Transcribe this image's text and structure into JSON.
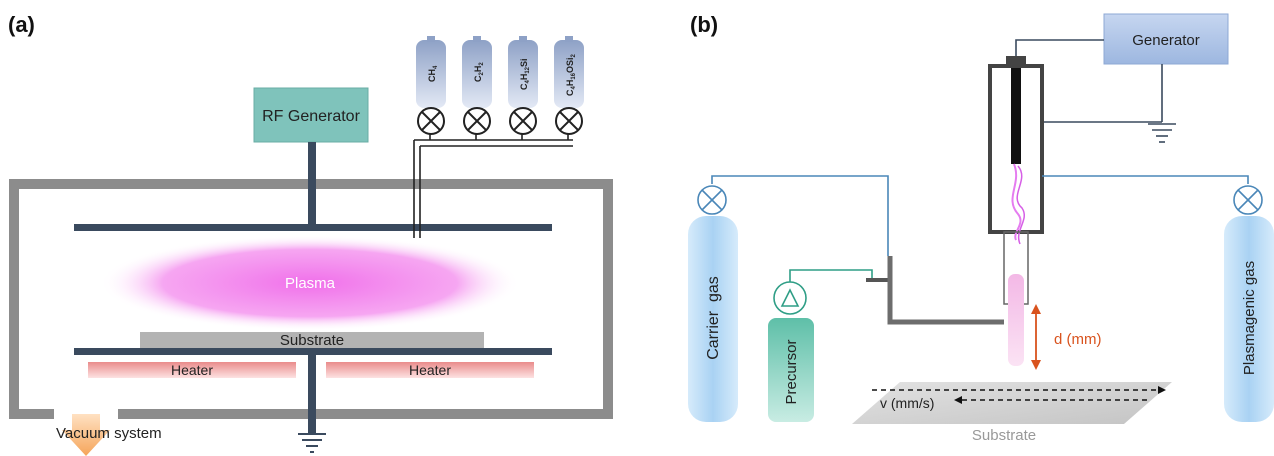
{
  "panel_a": {
    "label": "(a)",
    "rf_generator": "RF Generator",
    "plasma": "Plasma",
    "substrate": "Substrate",
    "heater_left": "Heater",
    "heater_right": "Heater",
    "vacuum": "Vacuum system",
    "gases": [
      {
        "base": "CH",
        "sub1": "4",
        "mid": "",
        "sub2": "",
        "tail": "",
        "sub3": ""
      },
      {
        "base": "C",
        "sub1": "2",
        "mid": "H",
        "sub2": "2",
        "tail": "",
        "sub3": ""
      },
      {
        "base": "C",
        "sub1": "4",
        "mid": "H",
        "sub2": "12",
        "tail": "Si",
        "sub3": ""
      },
      {
        "base": "C",
        "sub1": "4",
        "mid": "H",
        "sub2": "16",
        "tail": "OSi",
        "sub3": "2"
      }
    ]
  },
  "panel_b": {
    "label": "(b)",
    "generator": "Generator",
    "carrier_gas": "Carrier  gas",
    "precursor": "Precursor",
    "plasmagenic_gas": "Plasmagenic gas",
    "distance": "d (mm)",
    "velocity": "v (mm/s)",
    "substrate": "Substrate"
  },
  "colors": {
    "frame": "#8c8c8c",
    "electrode": "#3a4a5e",
    "rf_box": "#7fc3bb",
    "plasma": "#f06ee6",
    "substrate_a": "#b3b3b3",
    "heater": "#f2a9a9",
    "gas_cylinder": "#c9d3e8",
    "line_blue": "#4a87b8",
    "generator_box": "#aec4e6",
    "cylinder_blue": "#bcdcf5",
    "precursor_green": "#7fcab8",
    "orange": "#d9531e"
  }
}
